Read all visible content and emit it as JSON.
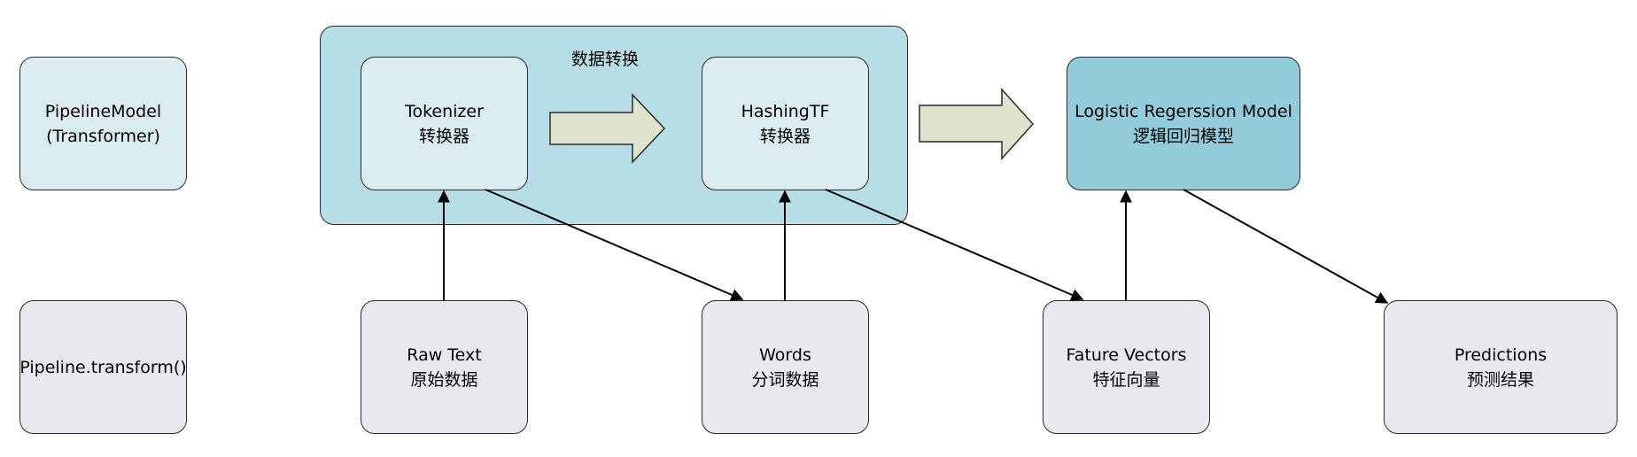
{
  "labels": {
    "pipeline_model": {
      "line1": "PipelineModel",
      "line2": "(Transformer)"
    },
    "pipeline_transform": "Pipeline.transform()"
  },
  "group": {
    "title": "数据转换"
  },
  "transformers": {
    "tokenizer": {
      "name": "Tokenizer",
      "sub": "转换器"
    },
    "hashing_tf": {
      "name": "HashingTF",
      "sub": "转换器"
    },
    "logistic": {
      "name": "Logistic Regerssion Model",
      "sub": "逻辑回归模型"
    }
  },
  "data_nodes": {
    "raw_text": {
      "name": "Raw Text",
      "sub": "原始数据"
    },
    "words": {
      "name": "Words",
      "sub": "分词数据"
    },
    "feature_vectors": {
      "name": "Fature Vectors",
      "sub": "特征向量"
    },
    "predictions": {
      "name": "Predictions",
      "sub": "预测结果"
    }
  },
  "colors": {
    "light_node": "#dcedf2",
    "group_fill": "#b7dde7",
    "model_fill": "#92cbd9",
    "data_node": "#ebe8ef",
    "block_arrow": "#dfe4cf"
  }
}
